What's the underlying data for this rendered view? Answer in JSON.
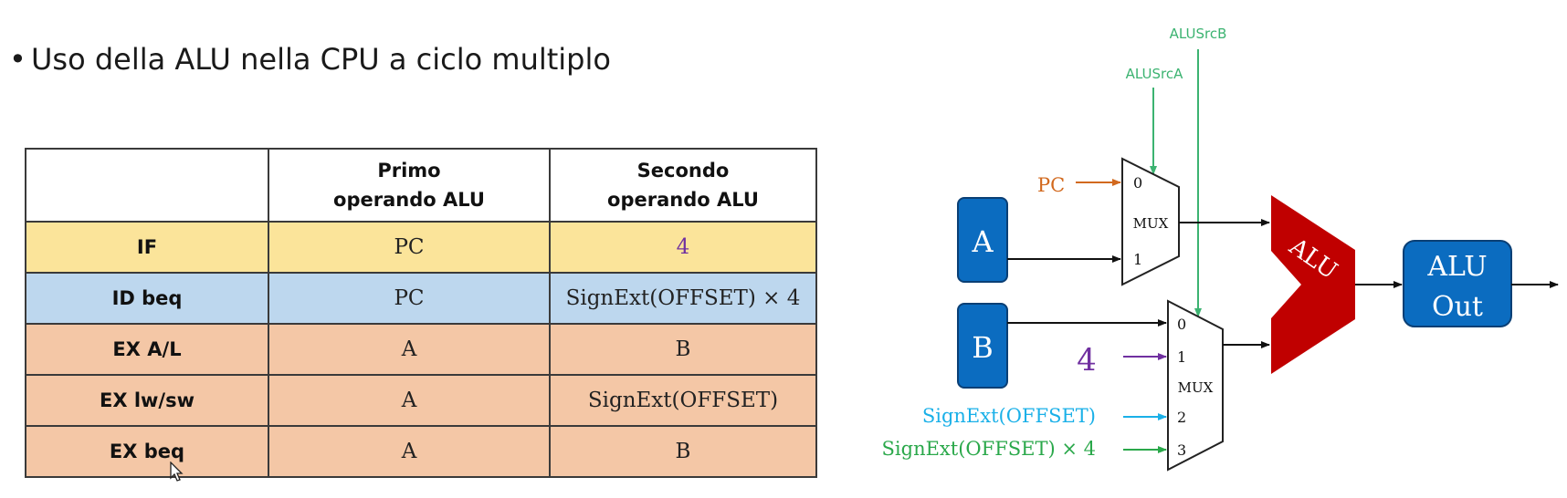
{
  "slide": {
    "bullet_text": "Uso della ALU nella CPU a ciclo multiplo"
  },
  "table": {
    "headers": [
      "",
      "Primo\noperando ALU",
      "Secondo\noperando ALU"
    ],
    "header_lines": {
      "primo_line1": "Primo",
      "primo_line2": "operando ALU",
      "secondo_line1": "Secondo",
      "secondo_line2": "operando ALU"
    },
    "rows": [
      {
        "phase": "IF",
        "first": "PC",
        "second": "4",
        "color": "#fbe49a"
      },
      {
        "phase": "ID beq",
        "first": "PC",
        "second": "SignExt(OFFSET) × 4",
        "color": "#bdd7ee"
      },
      {
        "phase": "EX A/L",
        "first": "A",
        "second": "B",
        "color": "#f4c7a6"
      },
      {
        "phase": "EX lw/sw",
        "first": "A",
        "second": "SignExt(OFFSET)",
        "color": "#f4c7a6"
      },
      {
        "phase": "EX beq",
        "first": "A",
        "second": "B",
        "color": "#f4c7a6"
      }
    ]
  },
  "diagram": {
    "signal_a": "ALUSrcA",
    "signal_b": "ALUSrcB",
    "pc_label": "PC",
    "reg_a": "A",
    "reg_b": "B",
    "mux_label": "MUX",
    "mux_a_inputs": [
      "0",
      "1"
    ],
    "mux_b_inputs": [
      "0",
      "1",
      "2",
      "3"
    ],
    "const_four": "4",
    "signext": "SignExt(OFFSET)",
    "signext_x4": "SignExt(OFFSET) × 4",
    "alu_label": "ALU",
    "alu_out_line1": "ALU",
    "alu_out_line2": "Out",
    "colors": {
      "control": "#3cb371",
      "pc": "#d2691e",
      "four": "#7030a0",
      "signext": "#1ab0e8",
      "signext_x4": "#2aa84a",
      "alu": "#c00000",
      "register": "#0b6cc0"
    }
  }
}
